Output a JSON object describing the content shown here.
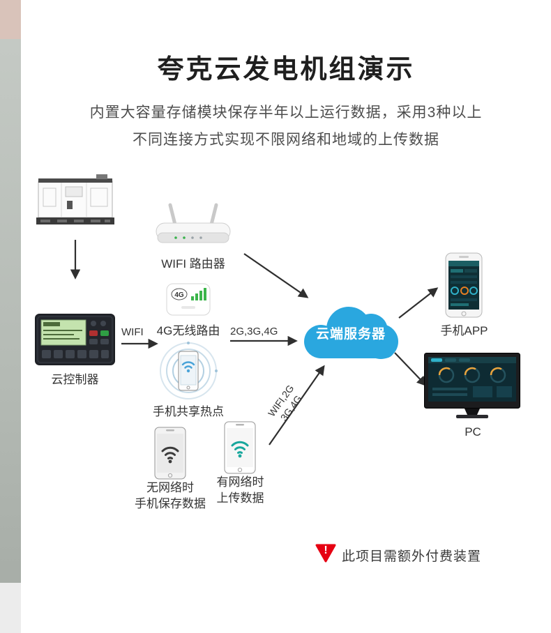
{
  "header": {
    "title": "夸克云发电机组演示",
    "subtitle_line1": "内置大容量存储模块保存半年以上运行数据，采用3种以上",
    "subtitle_line2": "不同连接方式实现不限网络和地域的上传数据"
  },
  "diagram": {
    "controller_label": "云控制器",
    "wifi_router_label": "WIFI 路由器",
    "router4g_label": "4G无线路由",
    "router4g_badge": "4G",
    "hotspot_label": "手机共享热点",
    "cloud_label": "云端服务器",
    "phone_app_label": "手机APP",
    "pc_label": "PC",
    "phone_offline_line1": "无网络时",
    "phone_offline_line2": "手机保存数据",
    "phone_online_line1": "有网络时",
    "phone_online_line2": "上传数据",
    "edge_wifi": "WIFI",
    "edge_cellular": "2G,3G,4G",
    "edge_mixed_line1": "WIFI,2G",
    "edge_mixed_line2": "3G,4G"
  },
  "notice": {
    "icon": "!",
    "text": "此项目需额外付费装置"
  },
  "colors": {
    "cloud_blue": "#2aa7df",
    "warning_red": "#e60012",
    "signal_green": "#3bb54a"
  }
}
